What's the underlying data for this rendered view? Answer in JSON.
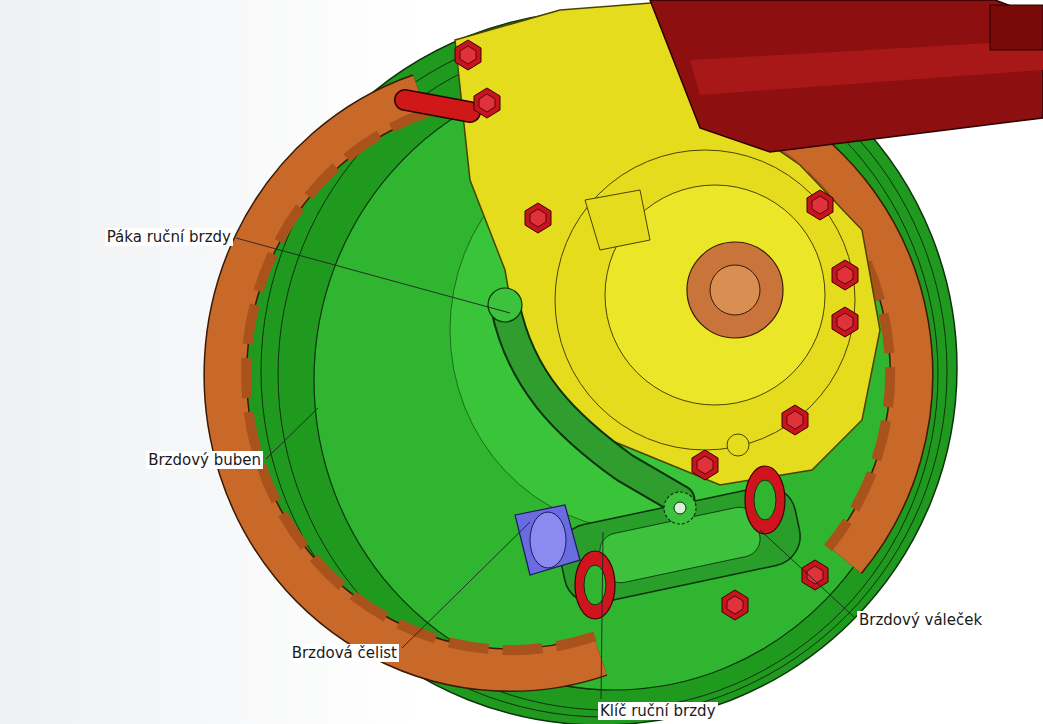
{
  "diagram": {
    "labels": [
      "Páka ruční brzdy",
      "Brzdový buben",
      "Brzdová čelist",
      "Klíč ruční brzdy",
      "Brzdový váleček"
    ]
  }
}
